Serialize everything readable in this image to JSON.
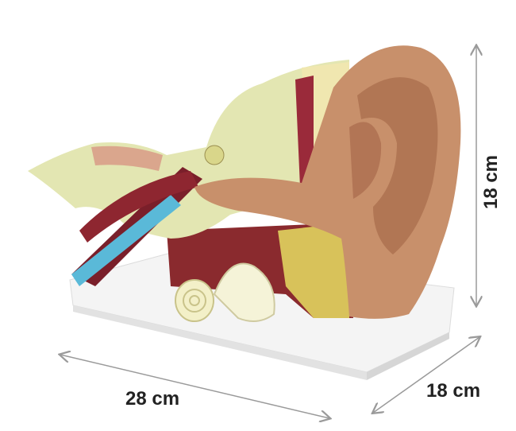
{
  "dimensions": {
    "height": "18 cm",
    "length": "28 cm",
    "depth": "18 cm"
  },
  "colors": {
    "skin": "#c8906b",
    "bone": "#e4e6b4",
    "base": "#f3f3f3",
    "arrow": "#9a9a9a"
  }
}
